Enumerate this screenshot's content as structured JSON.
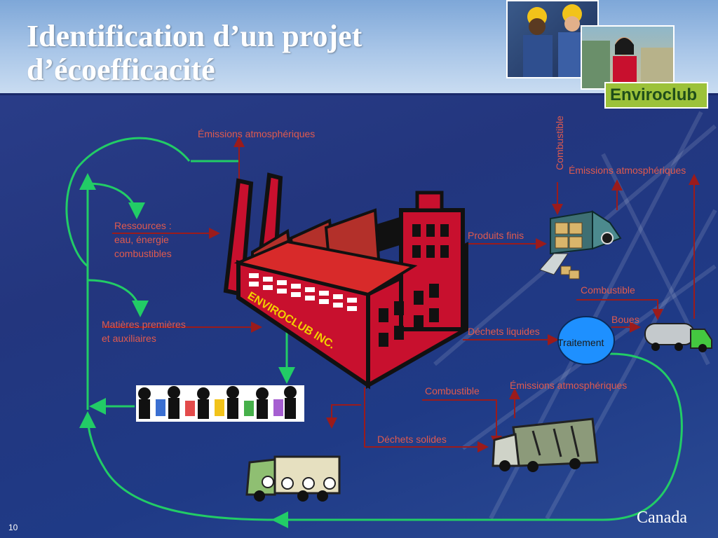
{
  "slide": {
    "title_line1": "Identification d’un projet",
    "title_line2": "d’écoefficacité",
    "page_number": "10",
    "brand": "Canada",
    "logo_text": "Enviroclub"
  },
  "factory": {
    "sign": "ENVIROCLUB INC."
  },
  "labels": {
    "emissions_top": "Émissions atmosphériques",
    "resources_1": "Ressources :",
    "resources_2": "eau, énergie",
    "resources_3": "combustibles",
    "raw_1": "Matières premières",
    "raw_2": "et auxiliaires",
    "combustible_vertical": "Combustible",
    "emissions_right": "Émissions atmosphériques",
    "produits_finis": "Produits finis",
    "combustible_right": "Combustible",
    "boues": "Boues",
    "dechets_liquides": "Déchets liquides",
    "traitement": "Traitement",
    "combustible_bottom": "Combustible",
    "emissions_bottom": "Émissions atmosphériques",
    "dechets_solides": "Déchets solides"
  },
  "colors": {
    "flow_green": "#22cc66",
    "arrow_red": "#9b1b1b",
    "label_red": "#d0463b"
  }
}
